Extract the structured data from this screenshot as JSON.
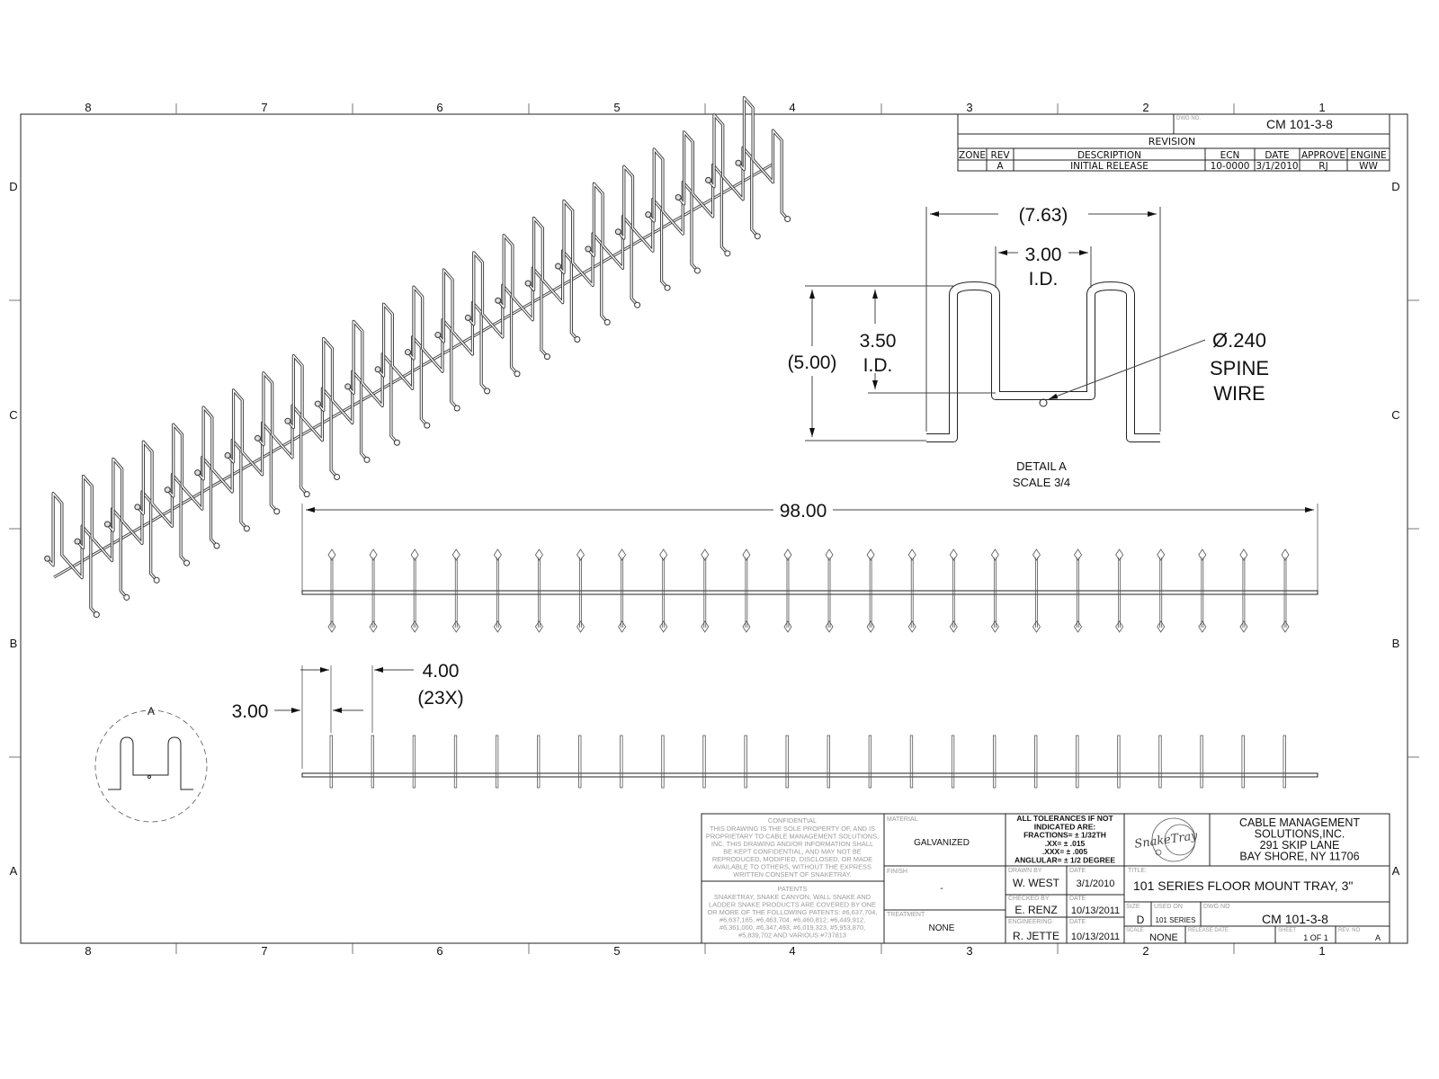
{
  "border": {
    "columns": [
      "8",
      "7",
      "6",
      "5",
      "4",
      "3",
      "2",
      "1"
    ],
    "rows": [
      "D",
      "C",
      "B",
      "A"
    ]
  },
  "revision_block": {
    "dwg_no_label": "DWG NO.",
    "dwg_no": "CM 101-3-8",
    "title": "REVISION",
    "headers": [
      "ZONE",
      "REV",
      "DESCRIPTION",
      "ECN",
      "DATE",
      "APPROVE",
      "ENGINE"
    ],
    "rows": [
      [
        "",
        "A",
        "INITIAL RELEASE",
        "10-0000",
        "3/1/2010",
        "RJ",
        "WW"
      ]
    ]
  },
  "detail_a": {
    "overall_width": "(7.63)",
    "inner_width": "3.00",
    "inner_width_sub": "I.D.",
    "overall_height": "(5.00)",
    "inner_height": "3.50",
    "inner_height_sub": "I.D.",
    "spine_dia": "Ø.240",
    "spine_line1": "SPINE",
    "spine_line2": "WIRE",
    "caption": "DETAIL  A",
    "scale": "SCALE 3/4"
  },
  "dimensions": {
    "overall_length": "98.00",
    "first_offset": "3.00",
    "pitch": "4.00",
    "pitch_count": "(23X)",
    "detail_callout": "A"
  },
  "wire_count": 24,
  "title_block": {
    "confidential_title": "CONFIDENTIAL",
    "confidential_lines": [
      "THIS DRAWING IS THE SOLE PROPERTY OF, AND IS",
      "PROPRIETARY TO CABLE MANAGEMENT SOLUTIONS,",
      "INC. THIS DRAWING AND/OR INFORMATION SHALL",
      "BE KEPT CONFIDENTIAL, AND MAY NOT BE",
      "REPRODUCED, MODIFIED, DISCLOSED, OR MADE",
      "AVAILABLE TO OTHERS, WITHOUT THE EXPRESS",
      "WRITTEN CONSENT OF SNAKETRAY."
    ],
    "patents_title": "PATENTS",
    "patents_lines": [
      "SNAKETRAY, SNAKE CANYON, WALL SNAKE AND",
      "LADDER SNAKE PRODUCTS ARE COVERED BY ONE",
      "OR MORE OF THE FOLLOWING PATENTS: #6,637,704,",
      "#6,637,165, #6,463,704, #6,460,812, #6,449,912,",
      "#6,361,000, #6,347,493, #6,019,323, #5,953,870,",
      "#5,839,702 AND VARIOUS #737813"
    ],
    "material_label": "MATERIAL",
    "material": "GALVANIZED",
    "finish_label": "FINISH",
    "finish": "-",
    "treatment_label": "TREATMENT",
    "treatment": "NONE",
    "tolerances": [
      "ALL TOLERANCES IF NOT",
      "INDICATED ARE:",
      "FRACTIONS= ± 1/32TH",
      ".XX= ± .015",
      ".XXX= ± .005",
      "ANGLULAR= ± 1/2 DEGREE"
    ],
    "drawn_by_label": "DRAWN BY",
    "drawn_by": "W. WEST",
    "drawn_date": "3/1/2010",
    "checked_by_label": "CHECKED BY",
    "checked_by": "E. RENZ",
    "checked_date": "10/13/2011",
    "engineering_label": "ENGINEERING",
    "engineering": "R. JETTE",
    "engineering_date": "10/13/2011",
    "date_label": "DATE",
    "logo_text": "SnakeTray",
    "company_lines": [
      "CABLE MANAGEMENT",
      "SOLUTIONS,INC.",
      "291 SKIP LANE",
      "BAY SHORE, NY 11706"
    ],
    "title_label": "TITLE:",
    "title": "101 SERIES FLOOR MOUNT TRAY, 3\"",
    "size_label": "SIZE",
    "size": "D",
    "used_on_label": "USED ON",
    "used_on": "101 SERIES",
    "dwg_no_label": "DWG NO",
    "dwg_no": "CM 101-3-8",
    "scale_label": "SCALE",
    "scale": "NONE",
    "release_date_label": "RELEASE DATE",
    "sheet_label": "SHEET",
    "sheet": "1 OF 1",
    "rev_no_label": "REV. NO",
    "rev_no": "A"
  }
}
